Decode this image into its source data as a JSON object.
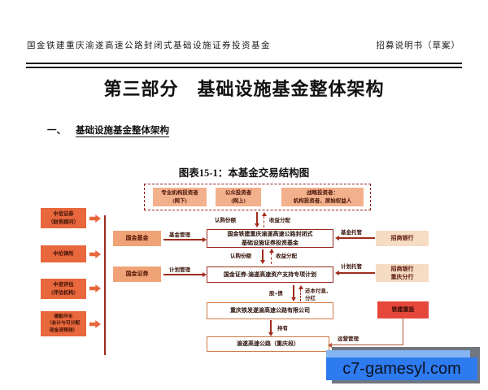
{
  "header": {
    "left": "国金铁建重庆渝遂高速公路封闭式基础设施证券投资基金",
    "right": "招募说明书（草案）"
  },
  "title": "第三部分　基础设施基金整体架构",
  "section": {
    "no": "一、",
    "title": "基础设施基金整体架构"
  },
  "figure": {
    "caption": "图表15-1：本基金交易结构图"
  },
  "diagram": {
    "investors": [
      {
        "line1": "专业机构投资者",
        "line2": "(网下)"
      },
      {
        "line1": "公众投资者",
        "line2": "(网上)"
      },
      {
        "line1": "战略投资者：",
        "line2": "机构投资者、原始权益人"
      }
    ],
    "advisors": [
      {
        "line1": "中信证券",
        "line2": "（财务顾问）"
      },
      {
        "line1": "中伦律所"
      },
      {
        "line1": "中资评估",
        "line2": "(评估机构)"
      },
      {
        "line1": "德勤华永",
        "line2": "（会计与可分配",
        "line3": "现金流预测）"
      }
    ],
    "manager": "国金基金",
    "plan_manager": "国金证券",
    "fund": {
      "line1": "国金铁建重庆渝遂高速公路封闭式",
      "line2": "基础设施证券投资基金"
    },
    "abs_plan": "国金证券-渝遂高速资产支持专项计划",
    "project_company": "重庆铁发遂渝高速公路有限公司",
    "asset": "渝遂高速公路（重庆段）",
    "custodian": "招商银行",
    "plan_custodian": {
      "line1": "招商银行",
      "line2": "重庆分行"
    },
    "operator": "铁建重投",
    "labels": {
      "subscribe": "认购份额",
      "distribute": "收益分配",
      "fund_mgmt": "基金管理",
      "fund_custody": "基金托管",
      "plan_mgmt": "计划管理",
      "plan_custody": "计划托管",
      "equity_debt": "股+债",
      "repay1": "还本付息、",
      "repay2": "分红",
      "hold": "持有",
      "operate": "运营管理"
    }
  },
  "watermark": {
    "text": "c7-gamesyl.com"
  },
  "colors": {
    "advisor_orange": "#e8673c",
    "mid_orange": "#f0a376",
    "investor_salmon": "#f3b08c",
    "bank_peach": "#f6dcc4",
    "operator_red": "#e5483b",
    "line_dark_red": "#a02c1c",
    "box_border_red": "#9c2b21",
    "box_border_brown": "#cf7a45",
    "watermark_blue": "#2e7bf0",
    "watermark_light_blue": "#85b4f2",
    "watermark_gray": "#707780"
  }
}
